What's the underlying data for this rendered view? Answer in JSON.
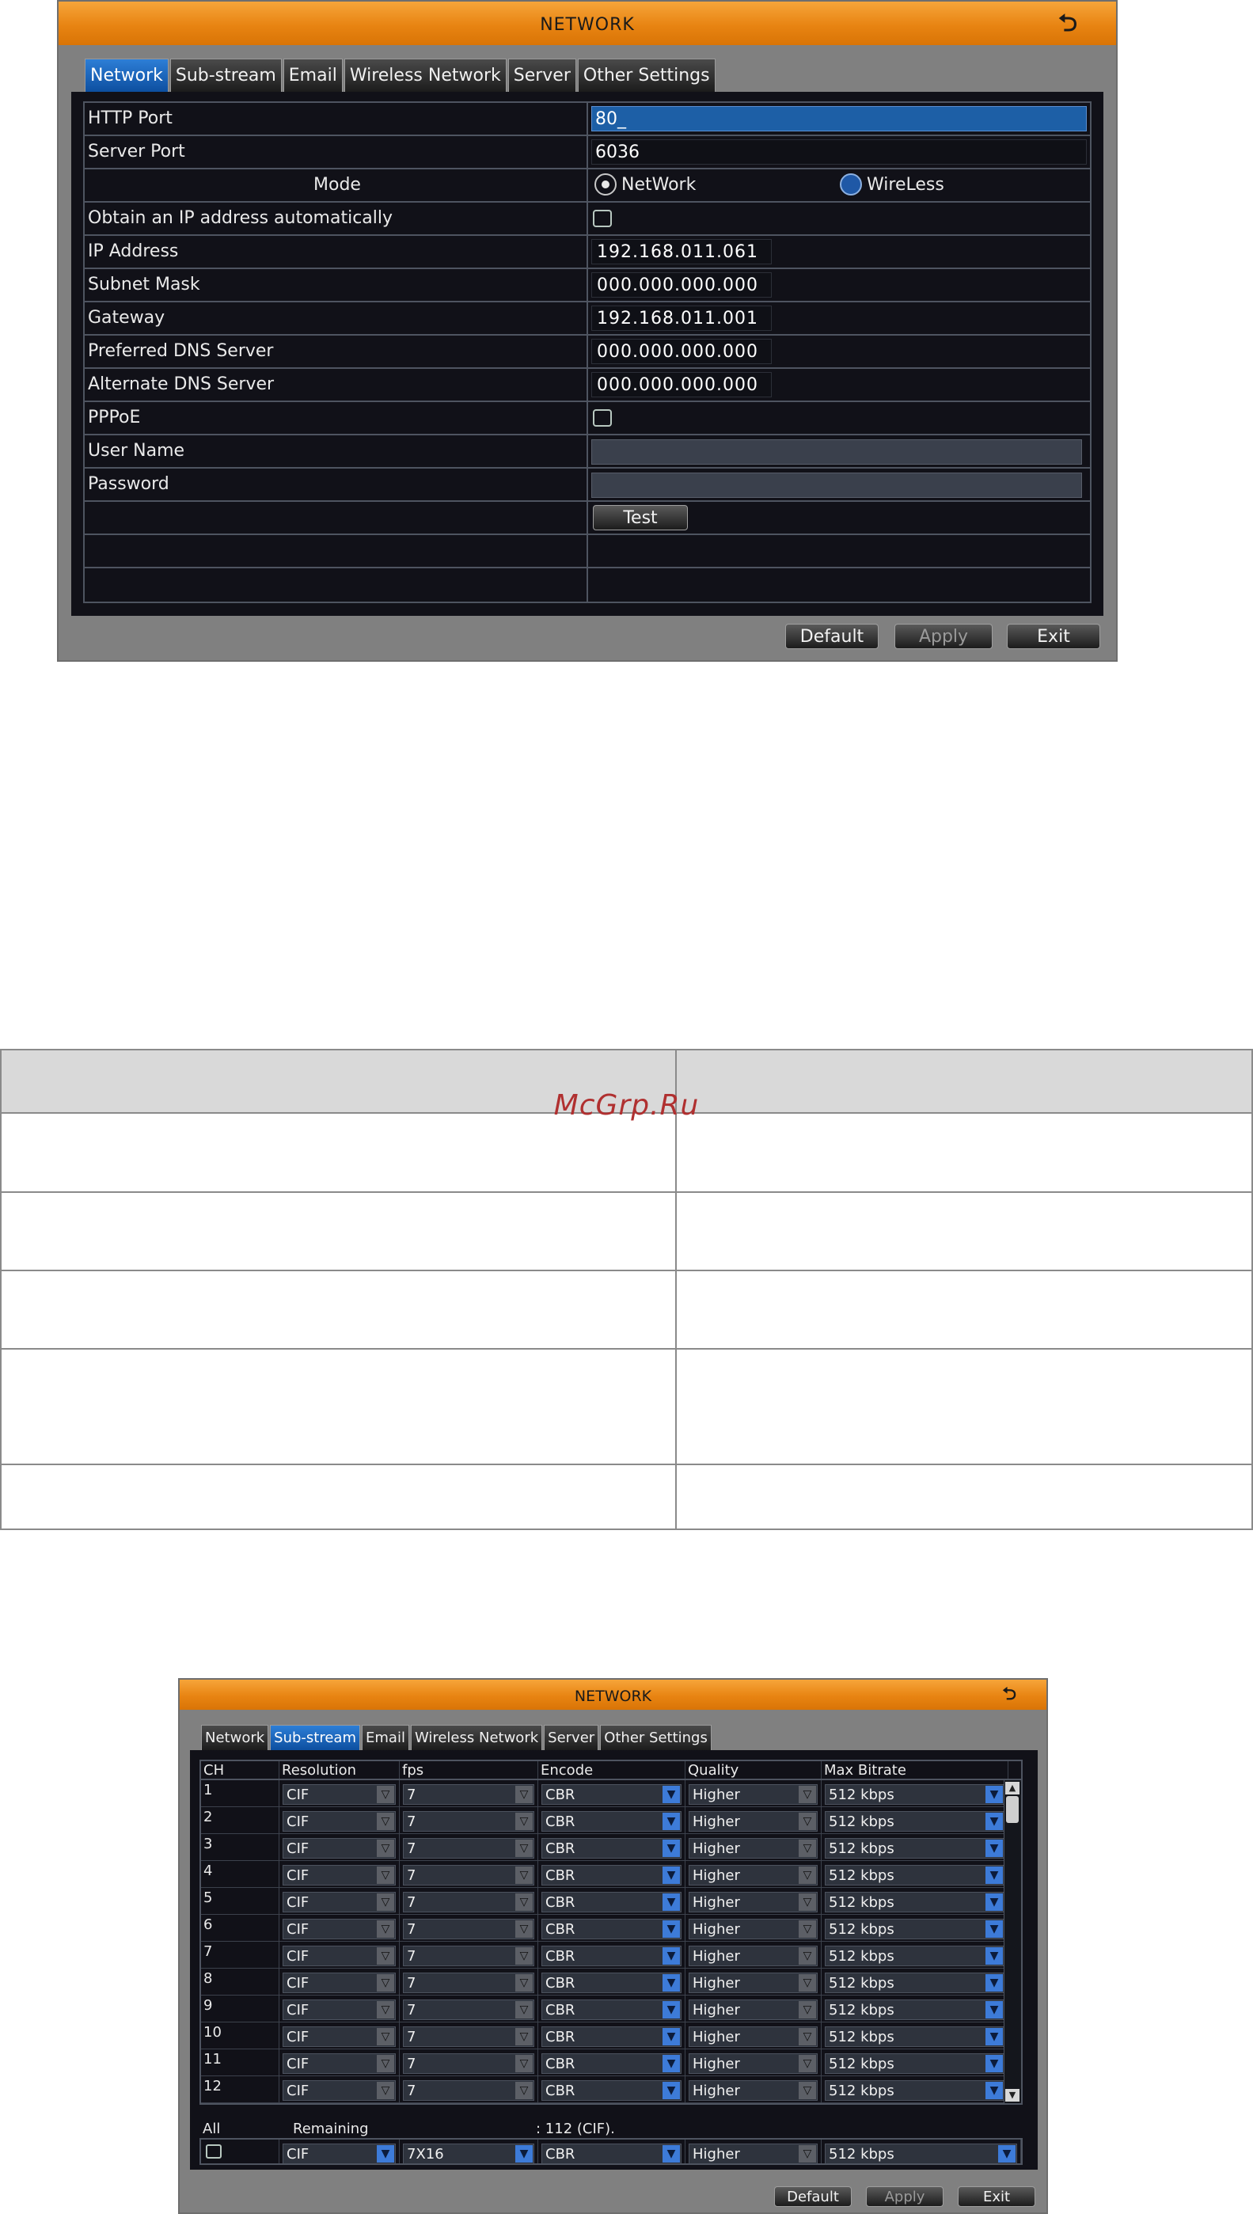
{
  "network_dialog": {
    "title": "NETWORK",
    "tabs": [
      "Network",
      "Sub-stream",
      "Email",
      "Wireless Network",
      "Server",
      "Other Settings"
    ],
    "active_tab": "Network",
    "fields": {
      "http_port_label": "HTTP Port",
      "http_port_value": "80_",
      "server_port_label": "Server Port",
      "server_port_value": "6036",
      "mode_label": "Mode",
      "mode_option_1": "NetWork",
      "mode_option_2": "WireLess",
      "obtain_ip_label": "Obtain an IP address automatically",
      "ip_label": "IP Address",
      "ip_value": "192.168.011.061",
      "subnet_label": "Subnet Mask",
      "subnet_value": "000.000.000.000",
      "gateway_label": "Gateway",
      "gateway_value": "192.168.011.001",
      "pref_dns_label": "Preferred DNS Server",
      "pref_dns_value": "000.000.000.000",
      "alt_dns_label": "Alternate DNS Server",
      "alt_dns_value": "000.000.000.000",
      "pppoe_label": "PPPoE",
      "username_label": "User Name",
      "password_label": "Password",
      "test_label": "Test"
    },
    "buttons": {
      "default": "Default",
      "apply": "Apply",
      "exit": "Exit"
    }
  },
  "watermark": "McGrp.Ru",
  "substream_dialog": {
    "title": "NETWORK",
    "tabs": [
      "Network",
      "Sub-stream",
      "Email",
      "Wireless Network",
      "Server",
      "Other Settings"
    ],
    "active_tab": "Sub-stream",
    "columns": [
      "CH",
      "Resolution",
      "fps",
      "Encode",
      "Quality",
      "Max Bitrate"
    ],
    "rows": [
      {
        "ch": "1",
        "res": "CIF",
        "fps": "7",
        "enc": "CBR",
        "q": "Higher",
        "mb": "512 kbps"
      },
      {
        "ch": "2",
        "res": "CIF",
        "fps": "7",
        "enc": "CBR",
        "q": "Higher",
        "mb": "512 kbps"
      },
      {
        "ch": "3",
        "res": "CIF",
        "fps": "7",
        "enc": "CBR",
        "q": "Higher",
        "mb": "512 kbps"
      },
      {
        "ch": "4",
        "res": "CIF",
        "fps": "7",
        "enc": "CBR",
        "q": "Higher",
        "mb": "512 kbps"
      },
      {
        "ch": "5",
        "res": "CIF",
        "fps": "7",
        "enc": "CBR",
        "q": "Higher",
        "mb": "512 kbps"
      },
      {
        "ch": "6",
        "res": "CIF",
        "fps": "7",
        "enc": "CBR",
        "q": "Higher",
        "mb": "512 kbps"
      },
      {
        "ch": "7",
        "res": "CIF",
        "fps": "7",
        "enc": "CBR",
        "q": "Higher",
        "mb": "512 kbps"
      },
      {
        "ch": "8",
        "res": "CIF",
        "fps": "7",
        "enc": "CBR",
        "q": "Higher",
        "mb": "512 kbps"
      },
      {
        "ch": "9",
        "res": "CIF",
        "fps": "7",
        "enc": "CBR",
        "q": "Higher",
        "mb": "512 kbps"
      },
      {
        "ch": "10",
        "res": "CIF",
        "fps": "7",
        "enc": "CBR",
        "q": "Higher",
        "mb": "512 kbps"
      },
      {
        "ch": "11",
        "res": "CIF",
        "fps": "7",
        "enc": "CBR",
        "q": "Higher",
        "mb": "512 kbps"
      },
      {
        "ch": "12",
        "res": "CIF",
        "fps": "7",
        "enc": "CBR",
        "q": "Higher",
        "mb": "512 kbps"
      }
    ],
    "all_label": "All",
    "remaining_label": "Remaining",
    "remaining_value": ": 112 (CIF).",
    "all_row": {
      "res": "CIF",
      "fps": "7X16",
      "enc": "CBR",
      "q": "Higher",
      "mb": "512 kbps"
    },
    "buttons": {
      "default": "Default",
      "apply": "Apply",
      "exit": "Exit"
    }
  },
  "icons": {
    "back": "back-arrow-icon",
    "dropdown": "triangle-down-icon"
  },
  "colors": {
    "title_bar": "#e88412",
    "active_tab": "#1d5fa6",
    "panel": "#111118",
    "frame": "#808080"
  }
}
